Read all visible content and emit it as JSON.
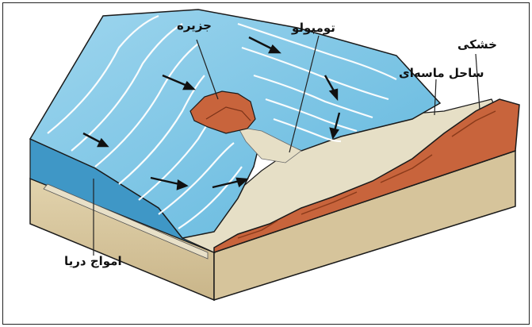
{
  "labels": {
    "island": "جزیره",
    "tombolo": "تومبولو",
    "land": "خشکی",
    "sandy_beach": "ساحل ماسه‌ای",
    "sea_waves": "امواج دریا"
  },
  "colors": {
    "water": "#7cc6e6",
    "water_light": "#bfe6f5",
    "sand": "#e3dcc4",
    "land_orange": "#c8643c",
    "block_side": "#d8c8a2",
    "outline": "#1a1a1a"
  }
}
